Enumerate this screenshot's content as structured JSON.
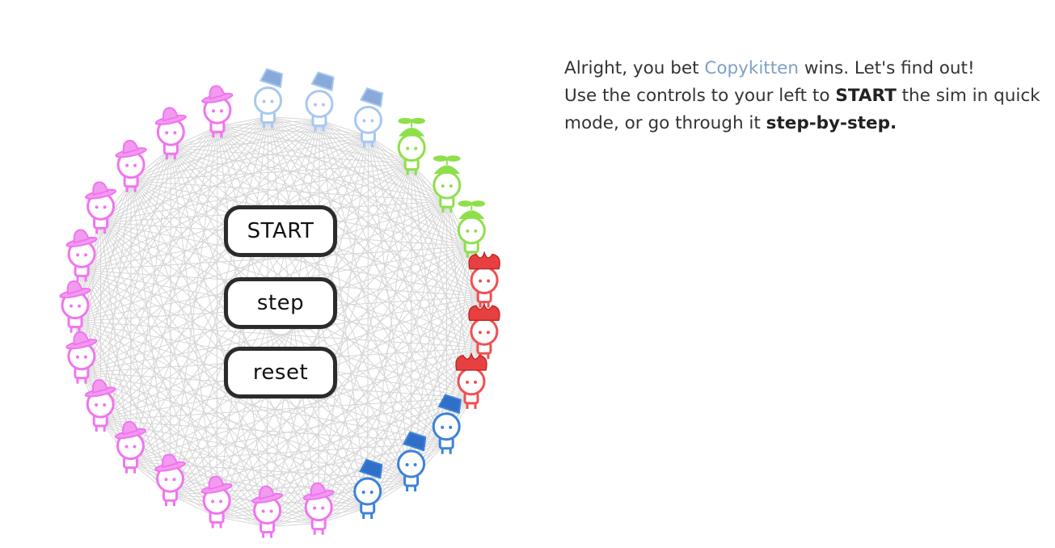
{
  "controls": {
    "start_label": "START",
    "step_label": "step",
    "reset_label": "reset"
  },
  "narration": {
    "part1": "Alright, you bet ",
    "strategy_name": "Copykitten",
    "part2": " wins. Let's find out!",
    "part3": "Use the controls to your left to ",
    "start_word": "START",
    "part4": " the sim in quick mode, or go through it ",
    "step_word": "step-by-step."
  },
  "population": {
    "total": 25,
    "groups": [
      {
        "strategy": "copykitten",
        "hat": "blue-bucket-hat",
        "color": "#a8c8f0",
        "hat_color": "#88aad8",
        "count": 3
      },
      {
        "strategy": "green",
        "hat": "propeller-cap",
        "color": "#8ee04a",
        "hat_color": "#8ee04a",
        "count": 3
      },
      {
        "strategy": "red",
        "hat": "jester-hat",
        "color": "#f05050",
        "hat_color": "#e84040",
        "count": 3
      },
      {
        "strategy": "blue",
        "hat": "bucket-hat",
        "color": "#3d82d8",
        "hat_color": "#2f6fc8",
        "count": 3
      },
      {
        "strategy": "pink",
        "hat": "wide-brim-hat",
        "color": "#f075ef",
        "hat_color": "#f29af0",
        "count": 13
      }
    ]
  },
  "colors": {
    "network_lines": "#d6d6d6",
    "button_border": "#2b2b2b",
    "link_color": "#7f9fc8"
  }
}
